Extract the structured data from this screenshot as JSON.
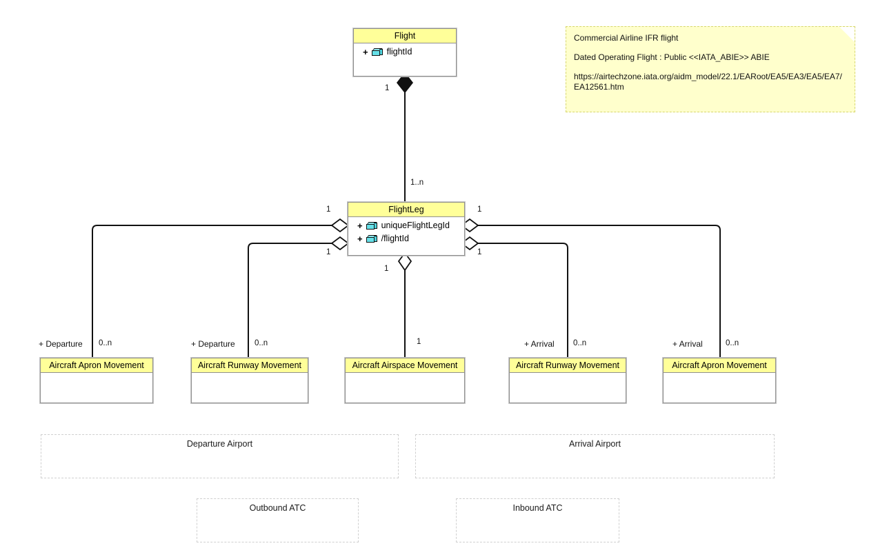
{
  "diagram": {
    "type": "uml-class-diagram",
    "background": "#ffffff",
    "header_color": "#ffff99",
    "note_color": "#ffffcc"
  },
  "note": {
    "line1": "Commercial Airline IFR flight",
    "line2": "Dated Operating Flight : Public <<IATA_ABIE>> ABIE",
    "line3": "https://airtechzone.iata.org/aidm_model/22.1/EARoot/EA5/EA3/EA5/EA7/EA12561.htm"
  },
  "classes": {
    "flight": {
      "name": "Flight",
      "attributes": [
        {
          "visibility": "+",
          "name": "flightId"
        }
      ]
    },
    "flight_leg": {
      "name": "FlightLeg",
      "attributes": [
        {
          "visibility": "+",
          "name": "uniqueFlightLegId"
        },
        {
          "visibility": "+",
          "name": "/flightId"
        }
      ]
    },
    "dep_apron": {
      "name": "Aircraft Apron Movement",
      "attributes": []
    },
    "dep_runway": {
      "name": "Aircraft Runway Movement",
      "attributes": []
    },
    "airspace": {
      "name": "Aircraft Airspace Movement",
      "attributes": []
    },
    "arr_runway": {
      "name": "Aircraft Runway Movement",
      "attributes": []
    },
    "arr_apron": {
      "name": "Aircraft Apron Movement",
      "attributes": []
    }
  },
  "frames": {
    "departure_airport": "Departure Airport",
    "arrival_airport": "Arrival Airport",
    "outbound_atc": "Outbound ATC",
    "inbound_atc": "Inbound ATC"
  },
  "associations": {
    "flight_to_leg": {
      "source_multiplicity": "1",
      "target_multiplicity": "1..n",
      "kind": "composition"
    },
    "leg_to_dep_apron": {
      "source_multiplicity": "1",
      "target_multiplicity": "0..n",
      "role": "+ Departure",
      "kind": "aggregation"
    },
    "leg_to_dep_runway": {
      "source_multiplicity": "1",
      "target_multiplicity": "0..n",
      "role": "+ Departure",
      "kind": "aggregation"
    },
    "leg_to_airspace": {
      "source_multiplicity": "1",
      "target_multiplicity": "1",
      "role": "",
      "kind": "aggregation"
    },
    "leg_to_arr_runway": {
      "source_multiplicity": "1",
      "target_multiplicity": "0..n",
      "role": "+ Arrival",
      "kind": "aggregation"
    },
    "leg_to_arr_apron": {
      "source_multiplicity": "1",
      "target_multiplicity": "0..n",
      "role": "+ Arrival",
      "kind": "aggregation"
    }
  }
}
